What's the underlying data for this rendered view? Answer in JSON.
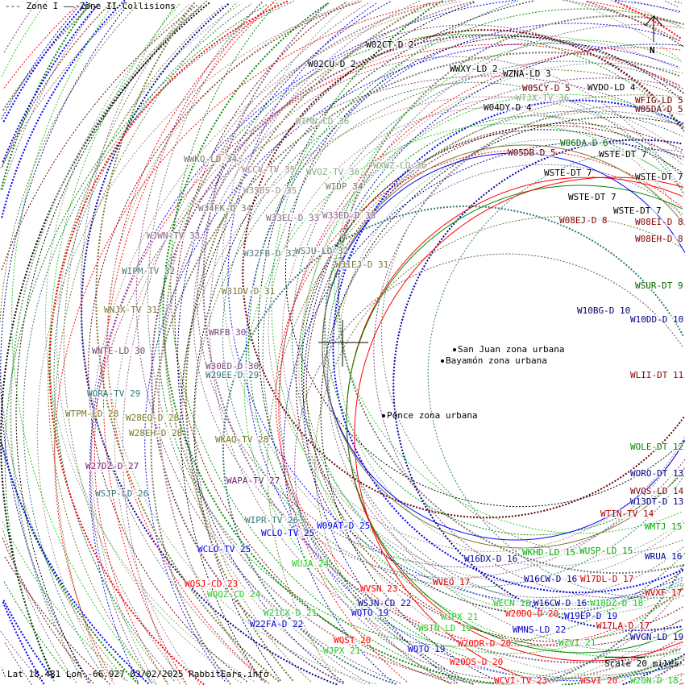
{
  "legend": {
    "zone1": "--- Zone I",
    "zone2": "—— Zone II Collisions"
  },
  "footer": {
    "coords": "Lat 18.481 Lon -66.927 03/02/2025 RabbitEars.info",
    "scale": "Scale 20 miles"
  },
  "north_label": "N",
  "cities": [
    {
      "name": "San Juan zona urbana"
    },
    {
      "name": "Bayamón zona urbana"
    },
    {
      "name": "Ponce zona urbana"
    }
  ],
  "stations": [
    {
      "label": "W02CT-D 2",
      "color": "#000000"
    },
    {
      "label": "W02CU-D 2",
      "color": "#000000"
    },
    {
      "label": "WWXY-LD 2",
      "color": "#000000"
    },
    {
      "label": "WZNA-LD 3",
      "color": "#000000"
    },
    {
      "label": "W05CY-D 5",
      "color": "#660000"
    },
    {
      "label": "WVDO-LD 4",
      "color": "#000000"
    },
    {
      "label": "WTJX-TV 36",
      "color": "#88aa88"
    },
    {
      "label": "W04DY-D 4",
      "color": "#000000"
    },
    {
      "label": "WFIG-LD 5",
      "color": "#660000"
    },
    {
      "label": "W05DA-D 5",
      "color": "#660000"
    },
    {
      "label": "WIMN-CD 36",
      "color": "#88aa88"
    },
    {
      "label": "W06DA-D 6",
      "color": "#006600"
    },
    {
      "label": "W05DB-D 5",
      "color": "#660000"
    },
    {
      "label": "WSTE-DT 7",
      "color": "#000000"
    },
    {
      "label": "WWKQ-LD 34",
      "color": "#777766"
    },
    {
      "label": "WXWZ-LD 36",
      "color": "#88aa88"
    },
    {
      "label": "WSTE-DT 7",
      "color": "#000000"
    },
    {
      "label": "WSTE-DT 7",
      "color": "#000000"
    },
    {
      "label": "WCCV-TV 35",
      "color": "#aa8888"
    },
    {
      "label": "WVOZ-TV 36",
      "color": "#88aa88"
    },
    {
      "label": "WIDP 34",
      "color": "#777766"
    },
    {
      "label": "W35DS-D 35",
      "color": "#aa8888"
    },
    {
      "label": "WSTE-DT 7",
      "color": "#000000"
    },
    {
      "label": "WSTE-DT 7",
      "color": "#000000"
    },
    {
      "label": "W34FK-D 34",
      "color": "#777766"
    },
    {
      "label": "W33EL-D 33",
      "color": "#886688"
    },
    {
      "label": "W33ED-D 33",
      "color": "#886688"
    },
    {
      "label": "W08EJ-D 8",
      "color": "#880000"
    },
    {
      "label": "W08EI-D 8",
      "color": "#880000"
    },
    {
      "label": "W08EH-D 8",
      "color": "#880000"
    },
    {
      "label": "WJWN-TV 33",
      "color": "#886688"
    },
    {
      "label": "W32FB-D 32",
      "color": "#557777"
    },
    {
      "label": "WSJU-LD 32",
      "color": "#557777"
    },
    {
      "label": "W31EJ-D 31",
      "color": "#777733"
    },
    {
      "label": "WIPM-TV 32",
      "color": "#557777"
    },
    {
      "label": "W31DV-D 31",
      "color": "#777733"
    },
    {
      "label": "WSUR-DT 9",
      "color": "#006600"
    },
    {
      "label": "WNJX-TV 31",
      "color": "#777733"
    },
    {
      "label": "W10BG-D 10",
      "color": "#000066"
    },
    {
      "label": "W10DD-D 10",
      "color": "#000088"
    },
    {
      "label": "WRFB 30",
      "color": "#774477"
    },
    {
      "label": "WNTE-LD 30",
      "color": "#774477"
    },
    {
      "label": "W30ED-D 30",
      "color": "#774477"
    },
    {
      "label": "W29EE-D 29",
      "color": "#337777"
    },
    {
      "label": "WLII-DT 11",
      "color": "#880000"
    },
    {
      "label": "WORA-TV 29",
      "color": "#337777"
    },
    {
      "label": "WTPM-LD 28",
      "color": "#777722"
    },
    {
      "label": "W28EQ-D 28",
      "color": "#777722"
    },
    {
      "label": "W28EH-D 28",
      "color": "#777722"
    },
    {
      "label": "WKAQ-TV 28",
      "color": "#777722"
    },
    {
      "label": "WOLE-DT 12",
      "color": "#008800"
    },
    {
      "label": "W27DZ-D 27",
      "color": "#772277"
    },
    {
      "label": "WORO-DT 13",
      "color": "#000088"
    },
    {
      "label": "WAPA-TV 27",
      "color": "#772277"
    },
    {
      "label": "WSJP-LD 26",
      "color": "#337777"
    },
    {
      "label": "WVQS-LD 14",
      "color": "#880000"
    },
    {
      "label": "W13DT-D 13",
      "color": "#000088"
    },
    {
      "label": "WTIN-TV 14",
      "color": "#aa0000"
    },
    {
      "label": "WIPR-TV 26",
      "color": "#337777"
    },
    {
      "label": "W09AT-D 25",
      "color": "#0000ff"
    },
    {
      "label": "WCLO-TV 25",
      "color": "#0000ff"
    },
    {
      "label": "WMTJ 15",
      "color": "#00aa00"
    },
    {
      "label": "WCLO-TV 25",
      "color": "#0000ff"
    },
    {
      "label": "WKHD-LD 15",
      "color": "#00aa00"
    },
    {
      "label": "WUSP-LD 15",
      "color": "#00aa00"
    },
    {
      "label": "W16DX-D 16",
      "color": "#000099"
    },
    {
      "label": "WRUA 16",
      "color": "#000099"
    },
    {
      "label": "WUJA 24",
      "color": "#22cc22"
    },
    {
      "label": "WQSJ-CD 23",
      "color": "#ff0000"
    },
    {
      "label": "WVEO 17",
      "color": "#cc0000"
    },
    {
      "label": "W16CW-D 16",
      "color": "#000099"
    },
    {
      "label": "WQQZ-CD 24",
      "color": "#22cc22"
    },
    {
      "label": "WVSN 23",
      "color": "#ff0000"
    },
    {
      "label": "W17DL-D 17",
      "color": "#cc0000"
    },
    {
      "label": "W21CX-D 21",
      "color": "#22cc22"
    },
    {
      "label": "WSJN-CD 22",
      "color": "#000099"
    },
    {
      "label": "WECN 18",
      "color": "#22cc22"
    },
    {
      "label": "W16CW-D 16",
      "color": "#000099"
    },
    {
      "label": "W18DZ-D 18",
      "color": "#22cc22"
    },
    {
      "label": "WVXF 17",
      "color": "#cc0000"
    },
    {
      "label": "WQTO 19",
      "color": "#0000cc"
    },
    {
      "label": "W20DQ-D 20",
      "color": "#ff0000"
    },
    {
      "label": "W19EP-D 19",
      "color": "#0000cc"
    },
    {
      "label": "WJPX 21",
      "color": "#22cc22"
    },
    {
      "label": "W17LA-D 17",
      "color": "#cc0000"
    },
    {
      "label": "W22FA-D 22",
      "color": "#0000cc"
    },
    {
      "label": "WSTN-LD 19",
      "color": "#22cc22"
    },
    {
      "label": "WMNS-LD 22",
      "color": "#0000cc"
    },
    {
      "label": "WVGN-LD 19",
      "color": "#000099"
    },
    {
      "label": "WQST 20",
      "color": "#ff0000"
    },
    {
      "label": "WJPX 21",
      "color": "#22cc22"
    },
    {
      "label": "WQTO 19",
      "color": "#0000cc"
    },
    {
      "label": "W20DR-D 20",
      "color": "#ff0000"
    },
    {
      "label": "WZVI 21",
      "color": "#22cc22"
    },
    {
      "label": "W20DS-D 20",
      "color": "#ff0000"
    },
    {
      "label": "WCVI-TV 23",
      "color": "#ff0000"
    },
    {
      "label": "WSVI 20",
      "color": "#ff0000"
    },
    {
      "label": "W20N-D 18",
      "color": "#22cc22"
    }
  ]
}
